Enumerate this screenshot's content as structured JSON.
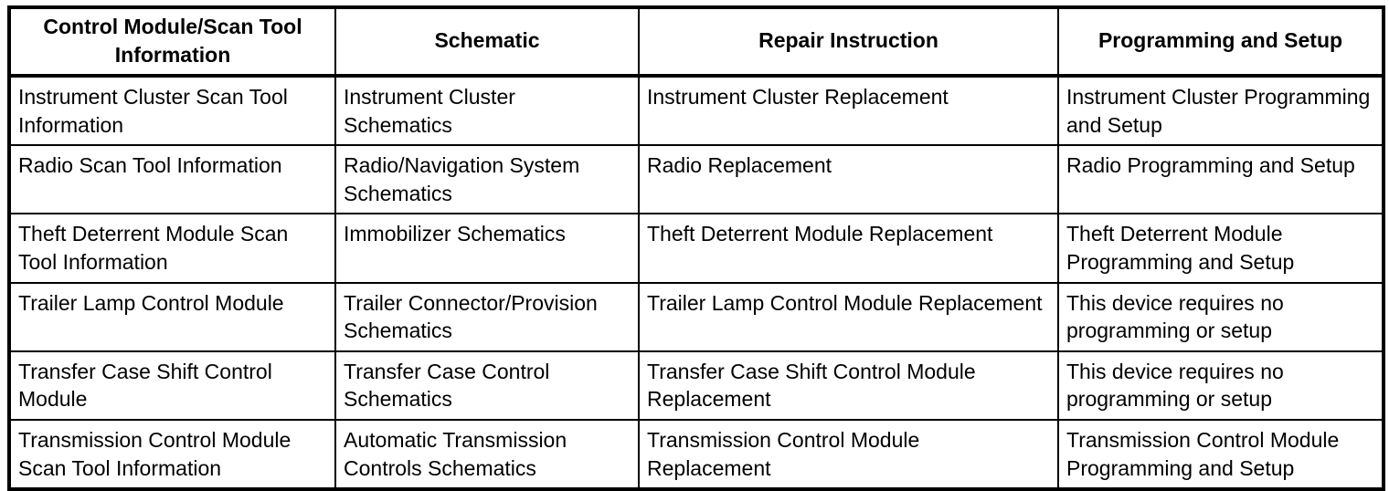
{
  "table": {
    "columns": [
      "Control Module/Scan Tool Information",
      "Schematic",
      "Repair Instruction",
      "Programming and Setup"
    ],
    "rows": [
      {
        "control_module": "Instrument Cluster Scan Tool Information",
        "schematic": "Instrument Cluster Schematics",
        "repair_instruction": "Instrument Cluster Replacement",
        "programming_and_setup": "Instrument Cluster Programming and Setup"
      },
      {
        "control_module": "Radio Scan Tool Information",
        "schematic": "Radio/Navigation System Schematics",
        "repair_instruction": "Radio Replacement",
        "programming_and_setup": "Radio Programming and Setup"
      },
      {
        "control_module": "Theft Deterrent Module Scan Tool Information",
        "schematic": "Immobilizer Schematics",
        "repair_instruction": "Theft Deterrent Module Replacement",
        "programming_and_setup": "Theft Deterrent Module Programming and Setup"
      },
      {
        "control_module": "Trailer Lamp Control Module",
        "schematic": "Trailer Connector/Provision Schematics",
        "repair_instruction": "Trailer Lamp Control Module Replacement",
        "programming_and_setup": "This device requires no programming or setup"
      },
      {
        "control_module": "Transfer Case Shift Control Module",
        "schematic": "Transfer Case Control Schematics",
        "repair_instruction": "Transfer Case Shift Control Module Replacement",
        "programming_and_setup": "This device requires no programming or setup"
      },
      {
        "control_module": "Transmission Control Module Scan Tool Information",
        "schematic": "Automatic Transmission Controls Schematics",
        "repair_instruction": "Transmission Control Module Replacement",
        "programming_and_setup": "Transmission Control Module Programming and Setup"
      }
    ]
  },
  "style": {
    "text_color": "#000000",
    "background_color": "#ffffff",
    "border_color": "#000000"
  }
}
